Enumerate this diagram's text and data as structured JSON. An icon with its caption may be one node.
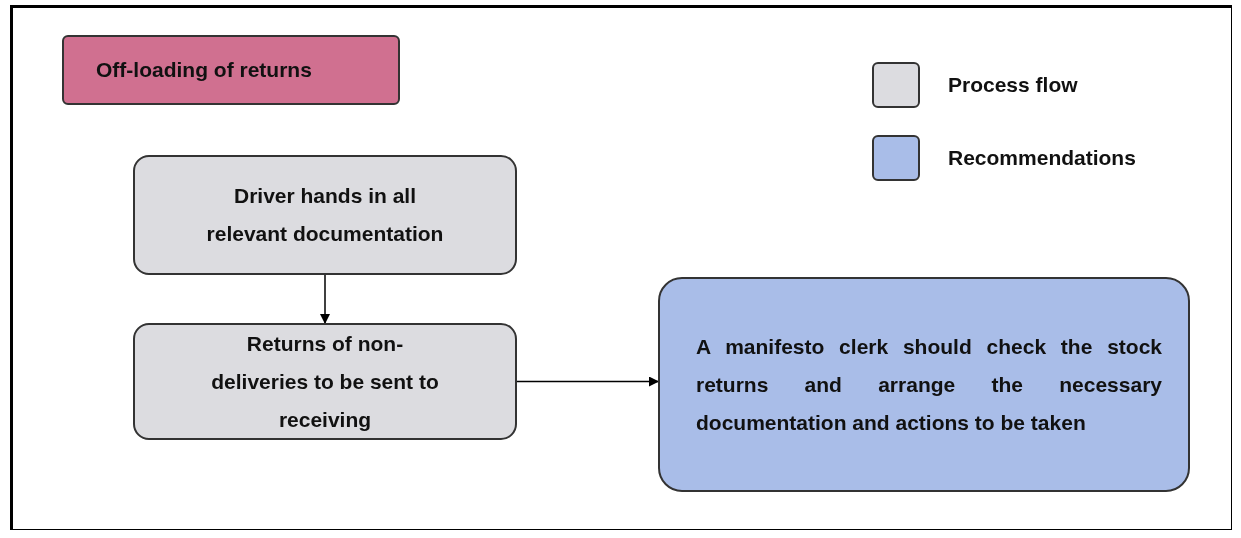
{
  "diagram": {
    "nodes": [
      {
        "text": [
          "Off-loading of returns"
        ]
      },
      {
        "text": [
          "Driver hands in all relevant documentation"
        ]
      },
      {
        "text": [
          "Returns of non-deliveries to be sent to receiving"
        ]
      },
      {
        "text": [
          "A manifesto clerk should check the stock returns and arrange the necessary documentation and actions to be taken"
        ]
      }
    ],
    "edges": [
      {
        "from": 1,
        "to": 2,
        "arrow": "to"
      },
      {
        "from": 2,
        "to": 3,
        "arrow": "to"
      }
    ],
    "legend": [
      {
        "text": "Process flow",
        "color": "#dcdce0"
      },
      {
        "text": "Recommendations",
        "color": "#a9bde8"
      }
    ]
  }
}
